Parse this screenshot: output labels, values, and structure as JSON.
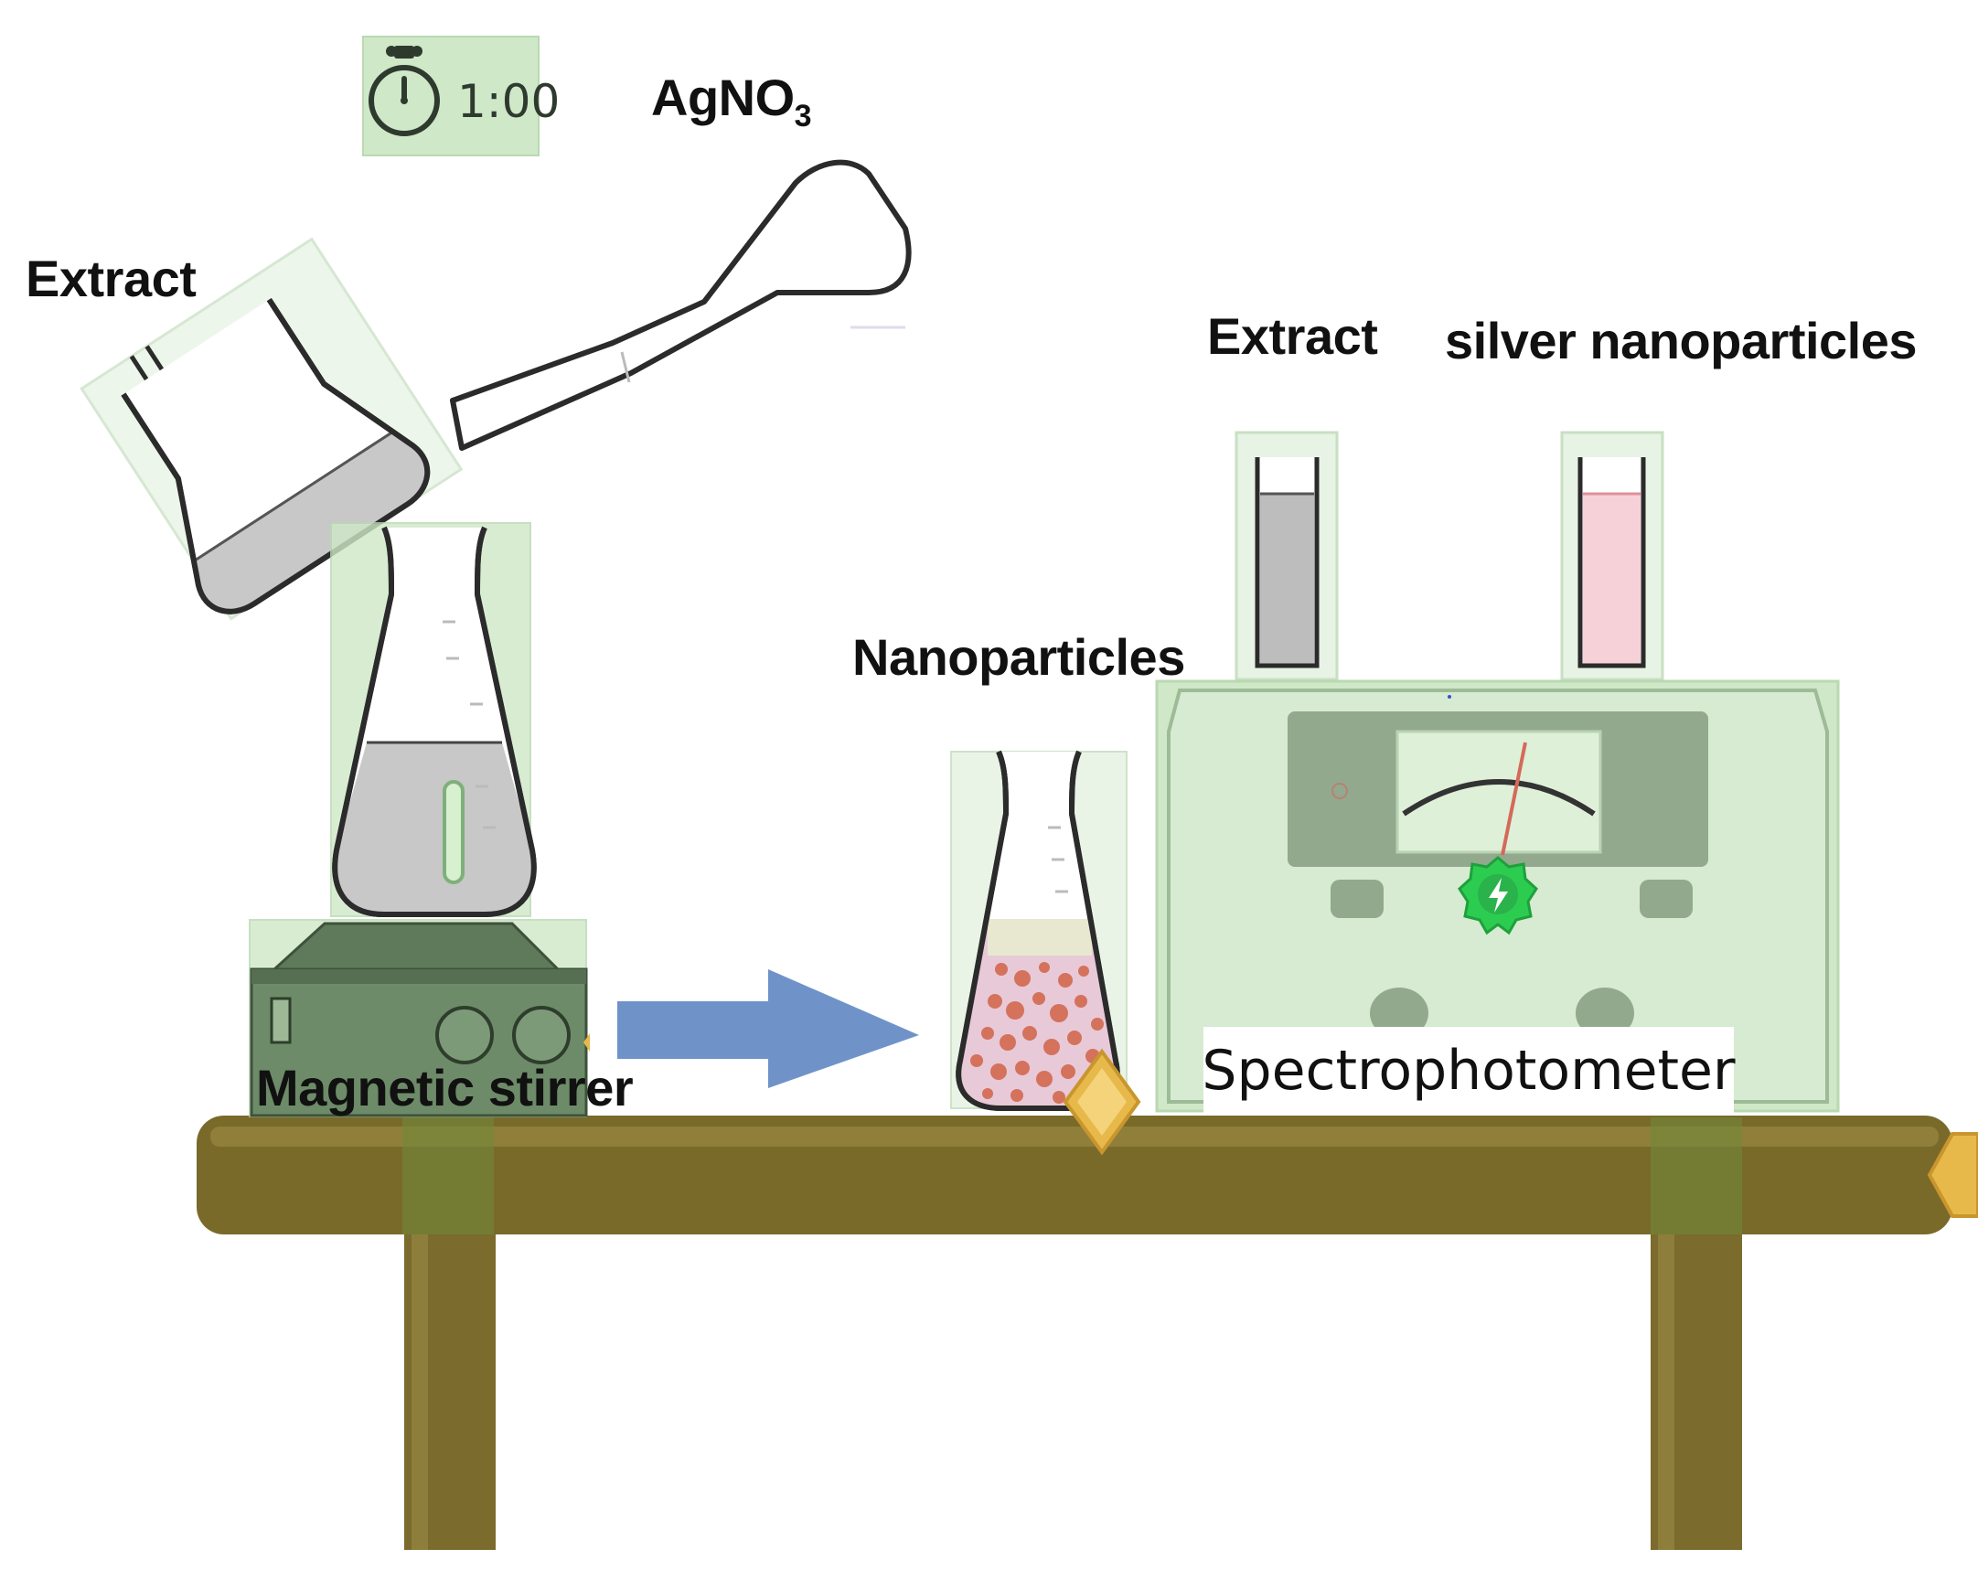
{
  "timer": {
    "value": "1:00"
  },
  "labels": {
    "agno3": "AgNO",
    "agno3_sub": "3",
    "extract_flask": "Extract",
    "extract_cuvette": "Extract",
    "silver_cuvette": "silver nanoparticles",
    "nanoparticles": "Nanoparticles",
    "magnetic_stirrer": "Magnetic stirrer",
    "spectrophotometer": "Spectrophotometer"
  },
  "icons": {
    "timer": "stopwatch-icon",
    "power": "lightning-bolt-icon",
    "arrow": "right-arrow-icon",
    "handles": "diamond-handle-icon"
  },
  "colors": {
    "highlight": "#cfe8c8",
    "bench": "#7a6a2a",
    "arrow": "#6f93c9",
    "nanoparticle_liquid": "#e8c9d8",
    "nanoparticle_dots": "#d2694f",
    "silver_cuvette_liquid": "#f6d2d8",
    "extract_liquid": "#c8c8c8",
    "power_badge": "#22bb44",
    "handle": "#e7b94a"
  }
}
